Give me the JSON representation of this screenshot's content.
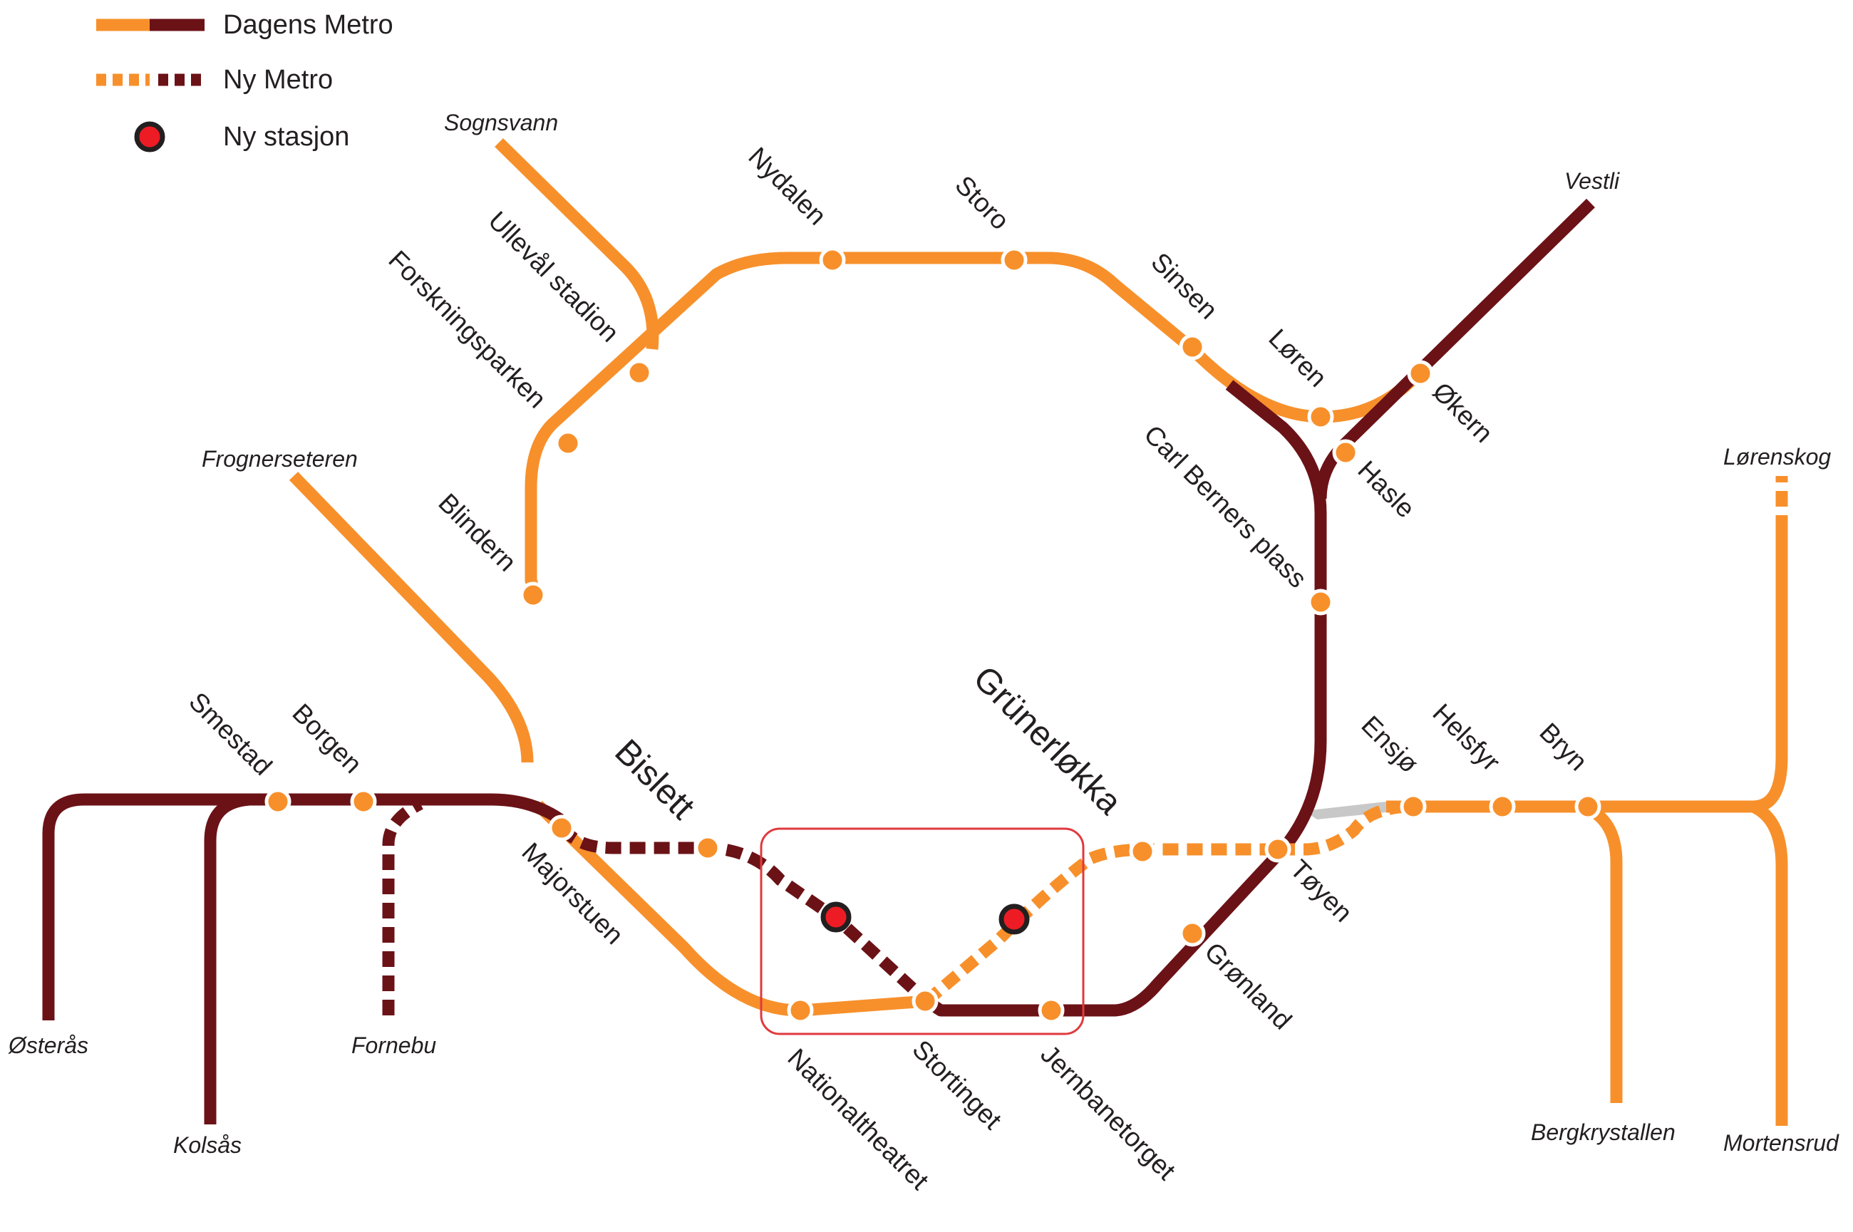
{
  "colors": {
    "orange": "#f7902b",
    "maroon": "#6b1217",
    "new_station": "#ed1c24",
    "highlight_box": "#e03a3e",
    "connector_grey": "#c8c8c8"
  },
  "legend": {
    "existing": "Dagens Metro",
    "planned": "Ny Metro",
    "new_station": "Ny stasjon"
  },
  "stations": {
    "nydalen": "Nydalen",
    "storo": "Storo",
    "sinsen": "Sinsen",
    "loren": "Løren",
    "okern": "Økern",
    "hasle": "Hasle",
    "carl_berners_plass": "Carl Berners plass",
    "ulleval_stadion": "Ullevål stadion",
    "forskningsparken": "Forskningsparken",
    "blindern": "Blindern",
    "majorstuen": "Majorstuen",
    "smestad": "Smestad",
    "borgen": "Borgen",
    "bislett": "Bislett",
    "grunerlokka": "Grünerløkka",
    "nationaltheatret": "Nationaltheatret",
    "stortinget": "Stortinget",
    "jernbanetorget": "Jernbanetorget",
    "gronland": "Grønland",
    "toyen": "Tøyen",
    "ensjo": "Ensjø",
    "helsfyr": "Helsfyr",
    "bryn": "Bryn"
  },
  "terminals": {
    "sognsvann": "Sognsvann",
    "frognerseteren": "Frognerseteren",
    "vestli": "Vestli",
    "lorenskog": "Lørenskog",
    "osteras": "Østerås",
    "kolsas": "Kolsås",
    "fornebu": "Fornebu",
    "bergkrystallen": "Bergkrystallen",
    "mortensrud": "Mortensrud"
  }
}
